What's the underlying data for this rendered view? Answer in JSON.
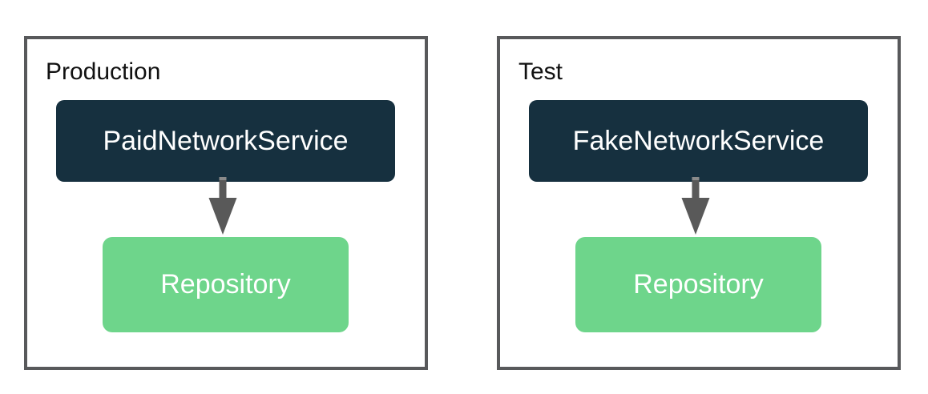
{
  "diagram": {
    "panels": [
      {
        "title": "Production",
        "service_box": {
          "label": "PaidNetworkService"
        },
        "arrow_icon": "arrow-down",
        "repository_box": {
          "label": "Repository"
        }
      },
      {
        "title": "Test",
        "service_box": {
          "label": "FakeNetworkService"
        },
        "arrow_icon": "arrow-down",
        "repository_box": {
          "label": "Repository"
        }
      }
    ],
    "colors": {
      "background": "#FFFFFF",
      "panel_border": "#58595B",
      "service_box_bg": "#16303F",
      "repository_box_bg": "#6ED58B",
      "arrow": "#595959",
      "arrow_tail": "#8A8A8A",
      "title_text": "#111111",
      "box_text": "#FFFFFF"
    }
  }
}
